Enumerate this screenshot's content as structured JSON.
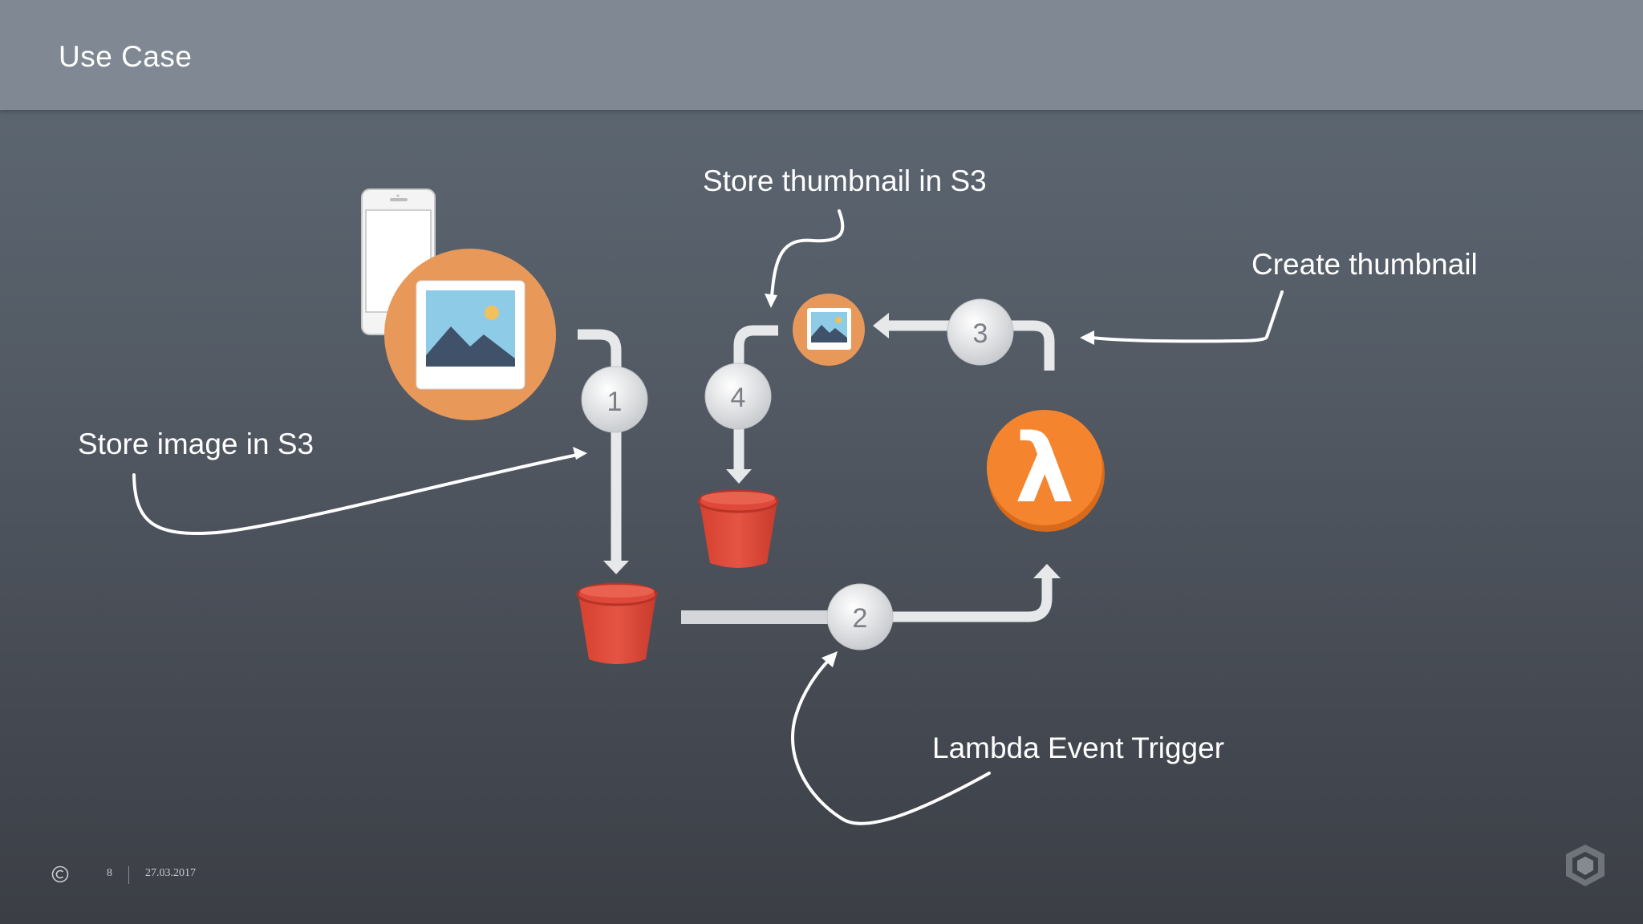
{
  "slide": {
    "title": "Use Case",
    "page_number": "8",
    "date": "27.03.2017"
  },
  "labels": {
    "store_image": "Store image in S3",
    "store_thumbnail": "Store thumbnail in S3",
    "create_thumbnail": "Create thumbnail",
    "lambda_trigger": "Lambda Event Trigger"
  },
  "steps": [
    "1",
    "2",
    "3",
    "4"
  ],
  "icons": {
    "phone": "smartphone-icon",
    "image": "image-icon",
    "bucket": "s3-bucket-icon",
    "lambda": "lambda-icon",
    "lambda_glyph": "λ",
    "copyright": "©"
  },
  "colors": {
    "header": "#7f8893",
    "orange": "#e8995a",
    "lambda_orange": "#f4852e",
    "bucket_red": "#dd4a3a",
    "photo_blue": "#8ecbe7",
    "mountain": "#3f526a",
    "sun": "#f1c15e",
    "pipe": "#e6e8ea"
  }
}
